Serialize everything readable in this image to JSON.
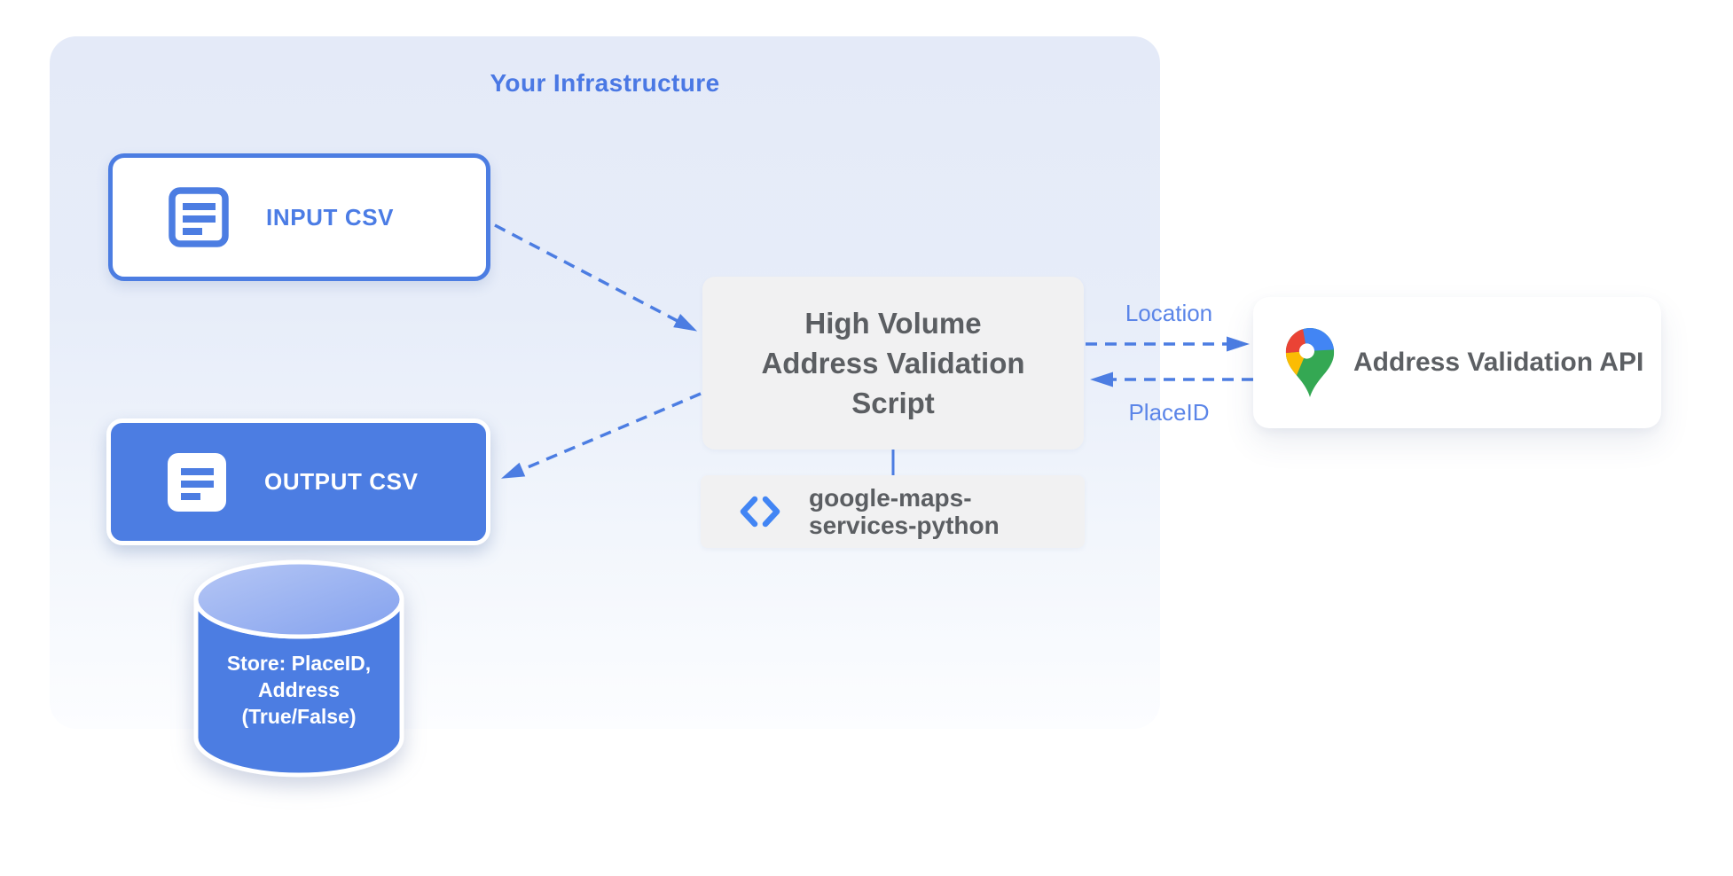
{
  "diagram": {
    "title": "Your Infrastructure",
    "nodes": {
      "input_csv": {
        "label": "INPUT CSV",
        "icon": "document-icon"
      },
      "output_csv": {
        "label": "OUTPUT CSV",
        "icon": "document-icon"
      },
      "datastore": {
        "line1": "Store: PlaceID,",
        "line2": "Address",
        "line3": "(True/False)"
      },
      "script": {
        "line1": "High Volume",
        "line2": "Address Validation",
        "line3": "Script"
      },
      "library": {
        "line1": "google-maps-",
        "line2": "services-python",
        "icon": "code-icon"
      },
      "api": {
        "label": "Address Validation API",
        "icon": "google-maps-pin-icon"
      }
    },
    "edges": {
      "location_label": "Location",
      "placeid_label": "PlaceID"
    },
    "colors": {
      "primary_blue": "#4c7de2",
      "edge_label_blue": "#5b85e8",
      "title_blue": "#4a78e4",
      "code_icon_blue": "#4285f4",
      "dark_gray_text": "#5c5f63",
      "gray_box": "#f1f1f2",
      "container_top": "#e4eaf8",
      "container_bottom": "#fcfdff",
      "cylinder_top_light": "#b6c7f5",
      "cylinder_top_dark": "#83a1ee",
      "pin_red": "#ea4335",
      "pin_blue": "#4285f4",
      "pin_yellow": "#fbbc04",
      "pin_green": "#34a853"
    }
  }
}
